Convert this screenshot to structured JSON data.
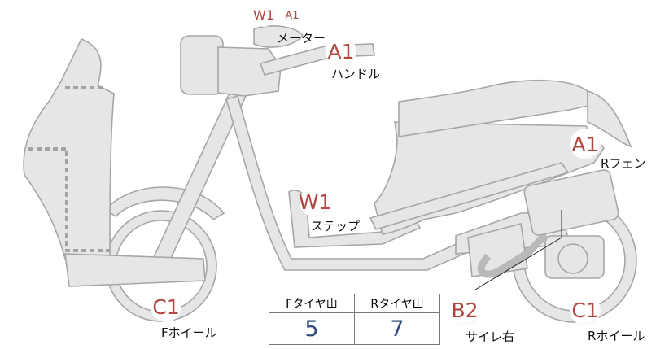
{
  "damage_points": [
    {
      "code": "W1",
      "label": "メーター"
    },
    {
      "code": "A1",
      "label": ""
    },
    {
      "code": "A1",
      "label": "ハンドル"
    },
    {
      "code": "A1",
      "label": "Rフェン"
    },
    {
      "code": "W1",
      "label": "ステップ"
    },
    {
      "code": "B2",
      "label": "サイレ右"
    },
    {
      "code": "C1",
      "label": "Fホイール"
    },
    {
      "code": "C1",
      "label": "Rホイール"
    }
  ],
  "tread_table": {
    "headers": [
      "Fタイヤ山",
      "Rタイヤ山"
    ],
    "values": [
      "5",
      "7"
    ]
  },
  "colors": {
    "badge_text": "#b2453f",
    "value_text": "#2e4a7d",
    "body_fill": "#e6e6e6",
    "outline": "#a6a6a6"
  }
}
